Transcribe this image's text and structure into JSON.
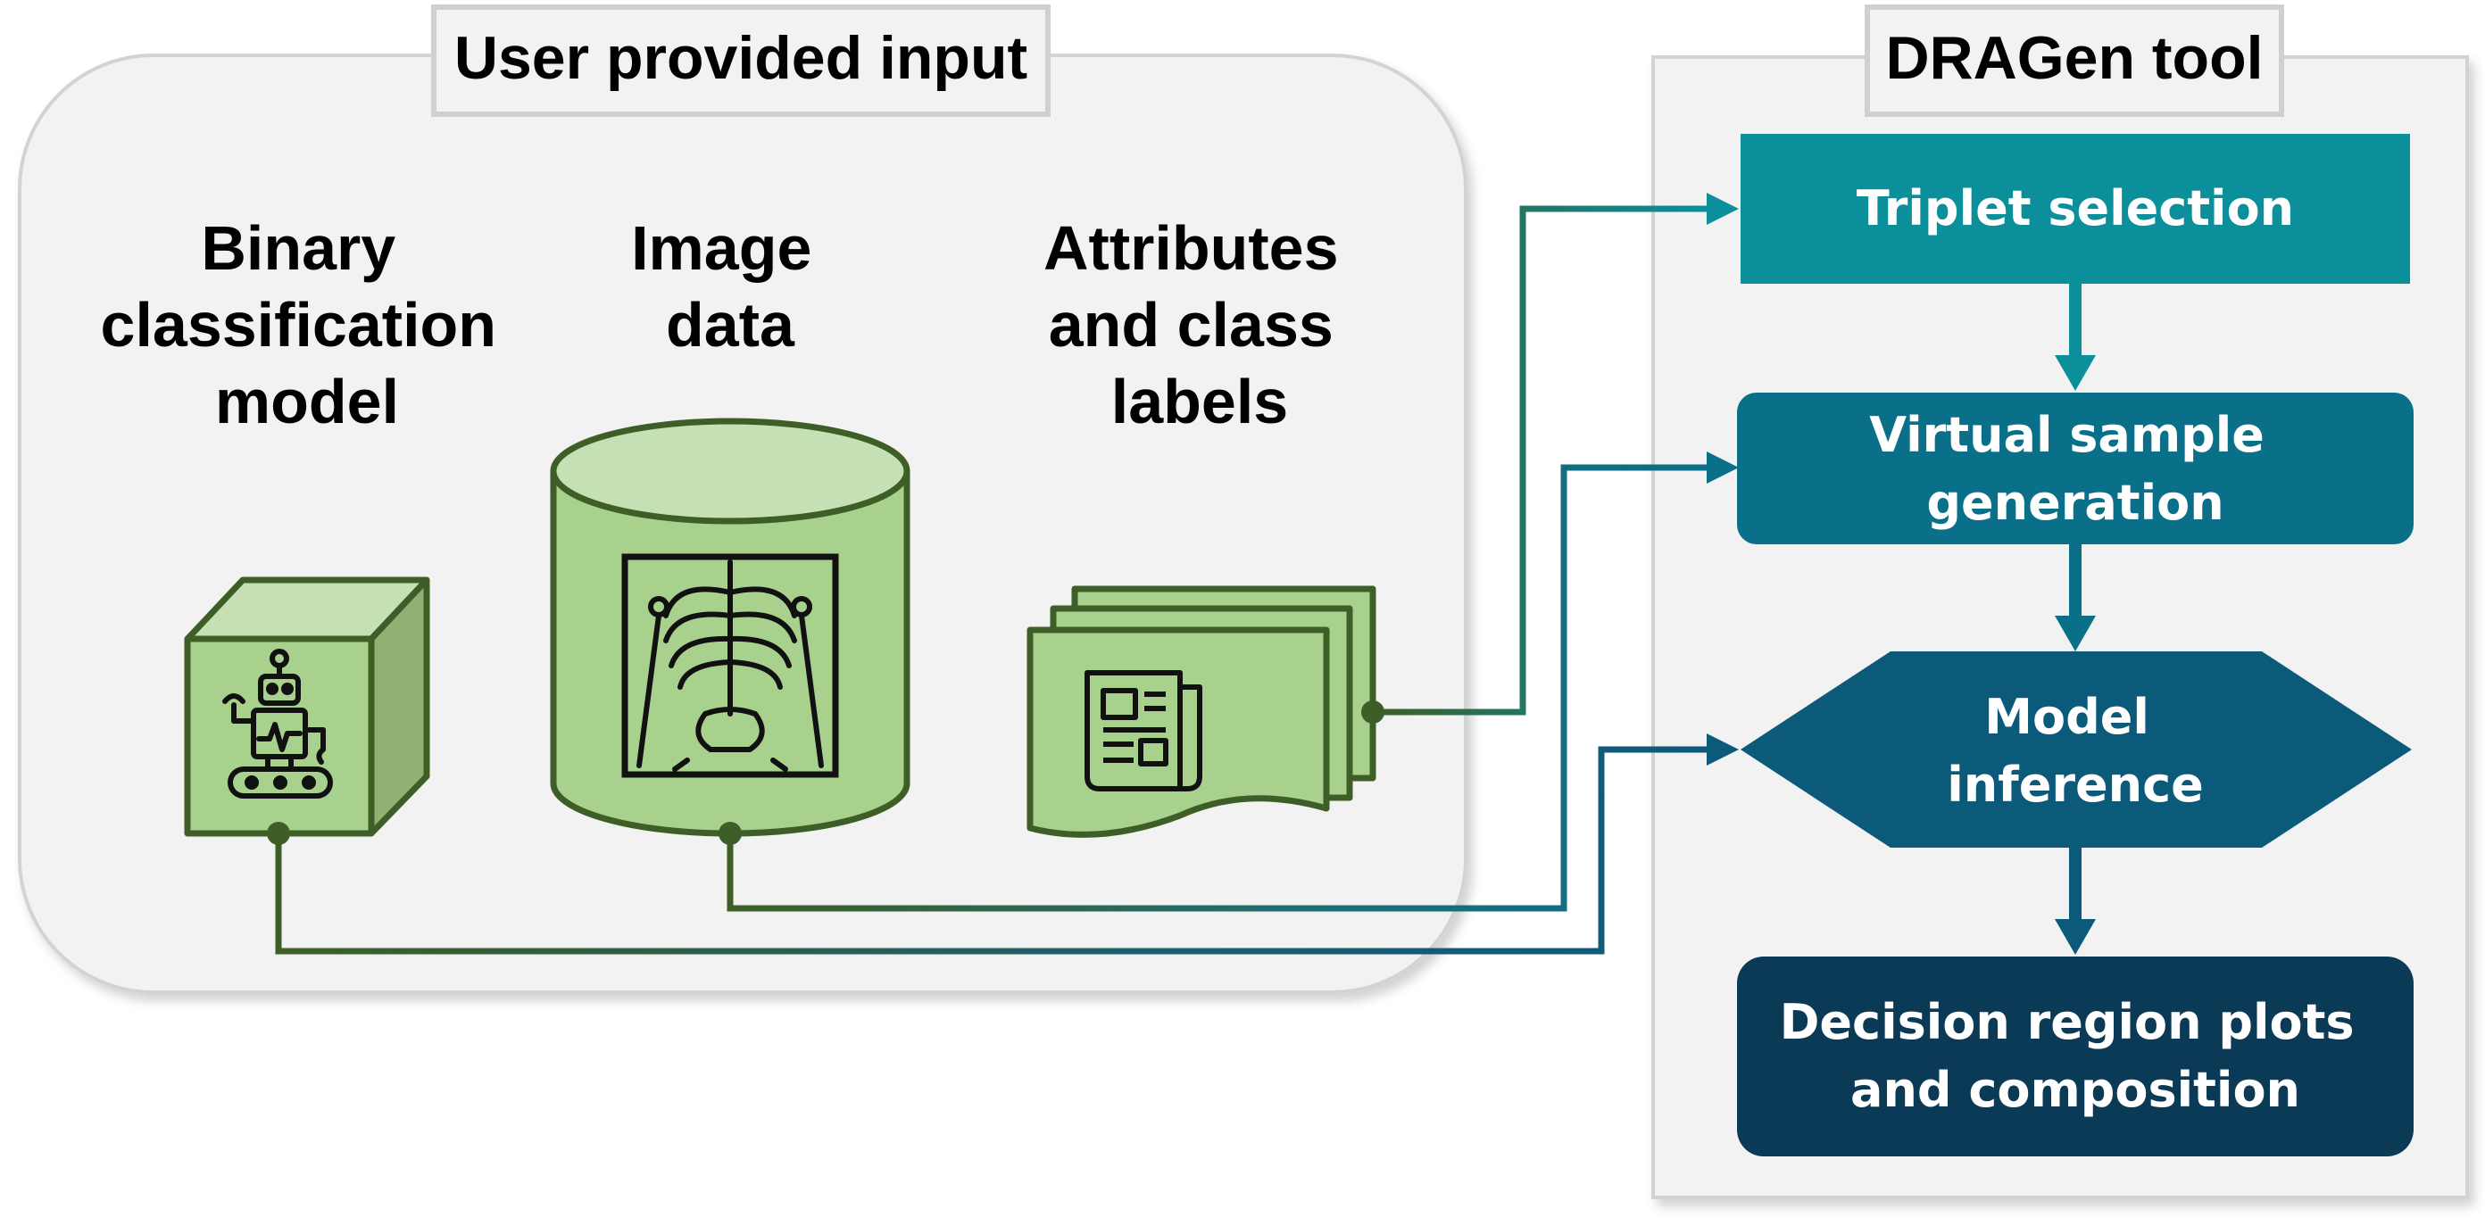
{
  "user_panel": {
    "title": "User provided input",
    "inputs": [
      {
        "lines": [
          "Binary",
          "classification",
          "model"
        ]
      },
      {
        "lines": [
          "Image",
          "data"
        ]
      },
      {
        "lines": [
          "Attributes",
          "and class",
          "labels"
        ]
      }
    ]
  },
  "tool_panel": {
    "title": "DRAGen tool",
    "steps": [
      {
        "lines": [
          "Triplet selection"
        ],
        "color": "#0B8F9B"
      },
      {
        "lines": [
          "Virtual sample",
          "generation"
        ],
        "color": "#0A6F88"
      },
      {
        "lines": [
          "Model",
          "inference"
        ],
        "color": "#0C5A7A"
      },
      {
        "lines": [
          "Decision region plots",
          "and composition"
        ],
        "color": "#0A3A55"
      }
    ]
  },
  "colors": {
    "input_fill": "#A9D18E",
    "input_stroke": "#3D5E26",
    "panel_fill": "#F2F2F2",
    "panel_stroke": "#D0D0D0"
  },
  "icons": [
    "cube-robot-icon",
    "database-xray-icon",
    "documents-icon"
  ]
}
